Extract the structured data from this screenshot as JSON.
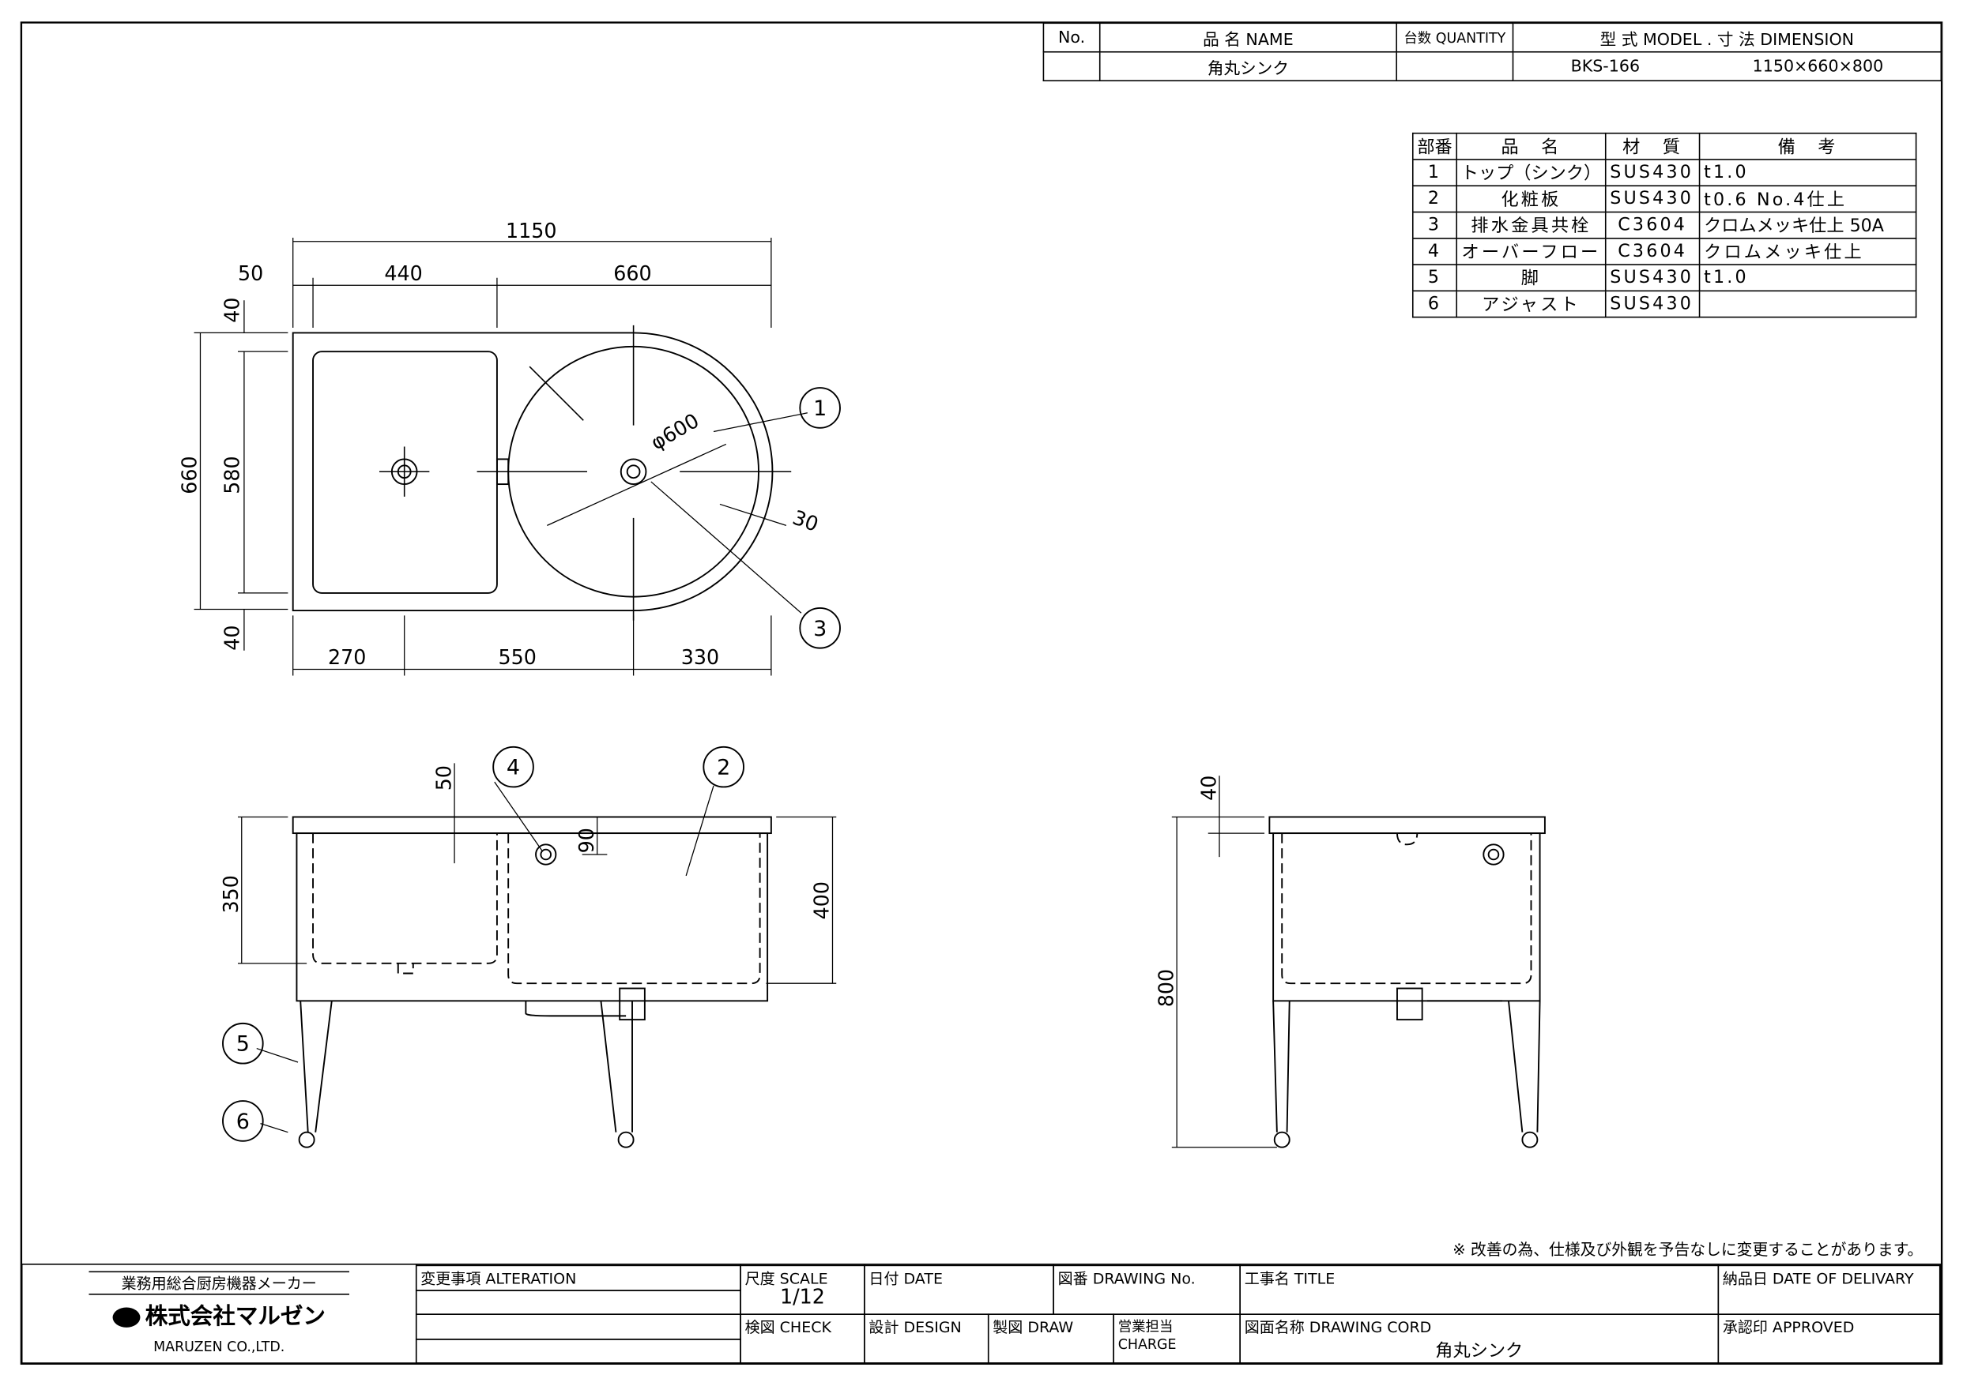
{
  "header": {
    "col_no": "No.",
    "col_name": "品 名 NAME",
    "col_qty": "台数 QUANTITY",
    "col_model": "型 式 MODEL  .  寸 法 DIMENSION",
    "name": "角丸シンク",
    "model": "BKS-166",
    "dimension": "1150×660×800"
  },
  "parts": {
    "headers": [
      "部番",
      "品　名",
      "材　質",
      "備　考"
    ],
    "rows": [
      [
        "1",
        "トップ（シンク）",
        "SUS430",
        "t1.0"
      ],
      [
        "2",
        "化粧板",
        "SUS430",
        "t0.6 No.4仕上"
      ],
      [
        "3",
        "排水金具共栓",
        "C3604",
        "クロムメッキ仕上 50A"
      ],
      [
        "4",
        "オーバーフロー",
        "C3604",
        "クロムメッキ仕上"
      ],
      [
        "5",
        "脚",
        "SUS430",
        "t1.0"
      ],
      [
        "6",
        "アジャスト",
        "SUS430",
        ""
      ]
    ]
  },
  "dims": {
    "overall_w": "1150",
    "w50": "50",
    "w440": "440",
    "w660": "660",
    "d660": "660",
    "d580": "580",
    "d40a": "40",
    "d40b": "40",
    "b270": "270",
    "b550": "550",
    "b330": "330",
    "dia": "φ600",
    "r30": "30",
    "h350": "350",
    "h400": "400",
    "h50": "50",
    "h90": "90",
    "side40": "40",
    "h800": "800"
  },
  "balloons": [
    "1",
    "2",
    "3",
    "4",
    "5",
    "6"
  ],
  "note": "※ 改善の為、仕様及び外観を予告なしに変更することがあります。",
  "titleblock": {
    "maker_tagline": "業務用総合厨房機器メーカー",
    "company_jp": "株式会社マルゼン",
    "company_en": "MARUZEN CO.,LTD.",
    "alteration": "変更事項 ALTERATION",
    "scale_label": "尺度 SCALE",
    "scale": "1/12",
    "date": "日付 DATE",
    "drawing_no": "図番 DRAWING No.",
    "title": "工事名 TITLE",
    "delivery": "納品日 DATE OF DELIVARY",
    "check": "検図 CHECK",
    "design": "設計 DESIGN",
    "draw": "製図 DRAW",
    "charge": "営業担当 CHARGE",
    "drawing_cord": "図面名称 DRAWING CORD",
    "drawing_name": "角丸シンク",
    "approved": "承認印 APPROVED"
  }
}
